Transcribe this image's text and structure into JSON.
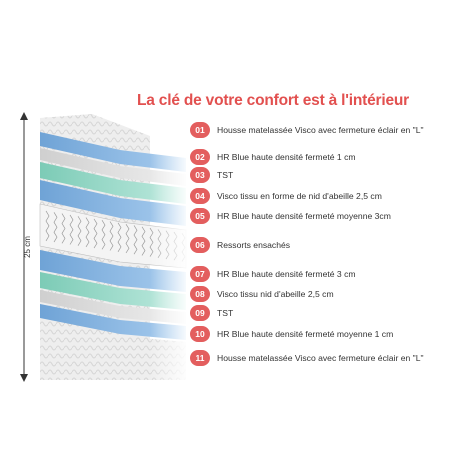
{
  "title": "La clé de votre confort est à l'intérieur",
  "height_label": "25 cm",
  "colors": {
    "accent": "#e35e5e",
    "hr_blue": "#7fb2e0",
    "visco_green": "#8fd6c4",
    "tst_grey": "#d9d9d9",
    "cover": "#ececec"
  },
  "legend": [
    {
      "num": "01",
      "label": "Housse matelassée Visco avec fermeture éclair en \"L\""
    },
    {
      "num": "02",
      "label": "HR Blue haute densité fermeté 1 cm"
    },
    {
      "num": "03",
      "label": "TST"
    },
    {
      "num": "04",
      "label": "Visco tissu en forme de nid d'abeille 2,5 cm"
    },
    {
      "num": "05",
      "label": "HR Blue haute densité fermeté moyenne 3cm"
    },
    {
      "num": "06",
      "label": "Ressorts ensachés"
    },
    {
      "num": "07",
      "label": "HR Blue haute densité fermeté 3 cm"
    },
    {
      "num": "08",
      "label": "Visco tissu nid d'abeille 2,5 cm"
    },
    {
      "num": "09",
      "label": "TST"
    },
    {
      "num": "10",
      "label": "HR Blue haute densité fermeté moyenne 1 cm"
    },
    {
      "num": "11",
      "label": "Housse matelassée Visco avec fermeture éclair en \"L\""
    }
  ]
}
